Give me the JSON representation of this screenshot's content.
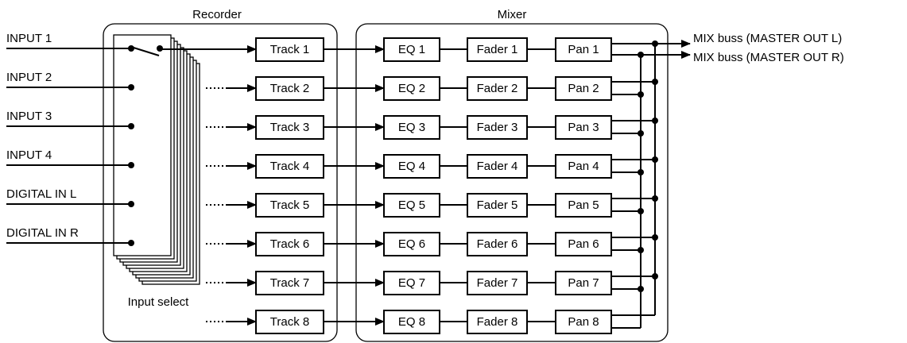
{
  "sections": {
    "recorder_title": "Recorder",
    "mixer_title": "Mixer",
    "input_select_label": "Input select"
  },
  "inputs": [
    "INPUT 1",
    "INPUT 2",
    "INPUT 3",
    "INPUT 4",
    "DIGITAL IN L",
    "DIGITAL IN R"
  ],
  "tracks": [
    "Track 1",
    "Track 2",
    "Track 3",
    "Track 4",
    "Track 5",
    "Track 6",
    "Track 7",
    "Track 8"
  ],
  "eqs": [
    "EQ 1",
    "EQ 2",
    "EQ 3",
    "EQ 4",
    "EQ 5",
    "EQ 6",
    "EQ 7",
    "EQ 8"
  ],
  "faders": [
    "Fader 1",
    "Fader 2",
    "Fader 3",
    "Fader 4",
    "Fader 5",
    "Fader 6",
    "Fader 7",
    "Fader 8"
  ],
  "pans": [
    "Pan 1",
    "Pan 2",
    "Pan 3",
    "Pan 4",
    "Pan 5",
    "Pan 6",
    "Pan 7",
    "Pan 8"
  ],
  "outputs": [
    "MIX buss (MASTER OUT L)",
    "MIX buss (MASTER OUT R)"
  ]
}
